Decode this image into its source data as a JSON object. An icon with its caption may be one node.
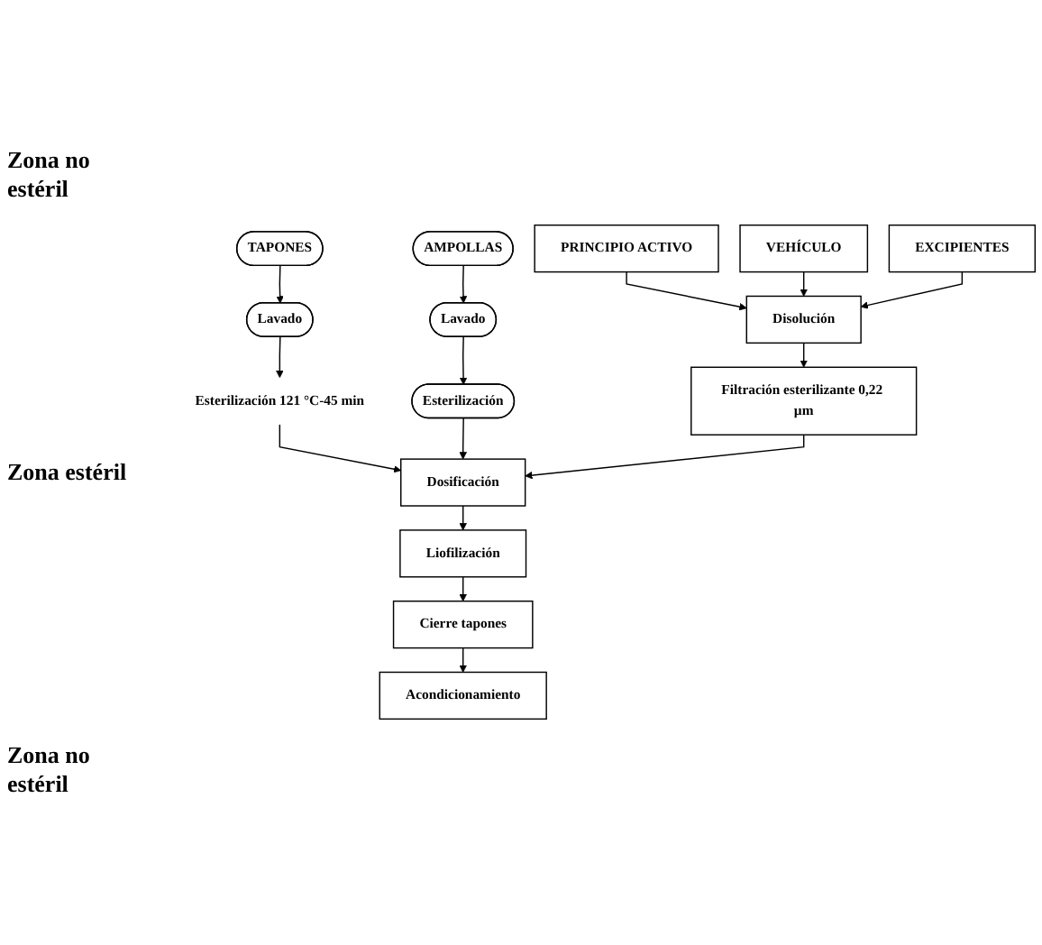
{
  "diagram": {
    "nodes": [
      {
        "text": [
          "TAPONES"
        ]
      },
      {
        "text": [
          "AMPOLLAS"
        ]
      },
      {
        "text": [
          "PRINCIPIO ACTIVO"
        ]
      },
      {
        "text": [
          "VEHÍCULO"
        ]
      },
      {
        "text": [
          "EXCIPIENTES"
        ]
      },
      {
        "text": [
          "Lavado"
        ]
      },
      {
        "text": [
          "Lavado"
        ]
      },
      {
        "text": [
          "Disolución"
        ]
      },
      {
        "text": [
          "Esterilización 121 °C-45 min"
        ]
      },
      {
        "text": [
          "Esterilización"
        ]
      },
      {
        "text": [
          "Filtración esterilizante 0,22 µm"
        ]
      },
      {
        "text": [
          "Dosificación"
        ]
      },
      {
        "text": [
          "Liofilización"
        ]
      },
      {
        "text": [
          "Cierre tapones"
        ]
      },
      {
        "text": [
          "Acondicionamiento"
        ]
      }
    ],
    "edges": [
      {
        "from": 0,
        "to": 5,
        "arrow": "to"
      },
      {
        "from": 1,
        "to": 6,
        "arrow": "to"
      },
      {
        "from": 2,
        "to": 7,
        "arrow": "to"
      },
      {
        "from": 3,
        "to": 7,
        "arrow": "to"
      },
      {
        "from": 4,
        "to": 7,
        "arrow": "to"
      },
      {
        "from": 5,
        "to": 8,
        "arrow": "to"
      },
      {
        "from": 6,
        "to": 9,
        "arrow": "to"
      },
      {
        "from": 7,
        "to": 10,
        "arrow": "to"
      },
      {
        "from": 8,
        "to": 11,
        "arrow": "to"
      },
      {
        "from": 9,
        "to": 11,
        "arrow": "to"
      },
      {
        "from": 10,
        "to": 11,
        "arrow": "to"
      },
      {
        "from": 11,
        "to": 12,
        "arrow": "to"
      },
      {
        "from": 12,
        "to": 13,
        "arrow": "to"
      },
      {
        "from": 13,
        "to": 14,
        "arrow": "to"
      }
    ],
    "labels": [
      "Zona no estéril",
      "Zona estéril",
      "Zona no estéril"
    ]
  }
}
